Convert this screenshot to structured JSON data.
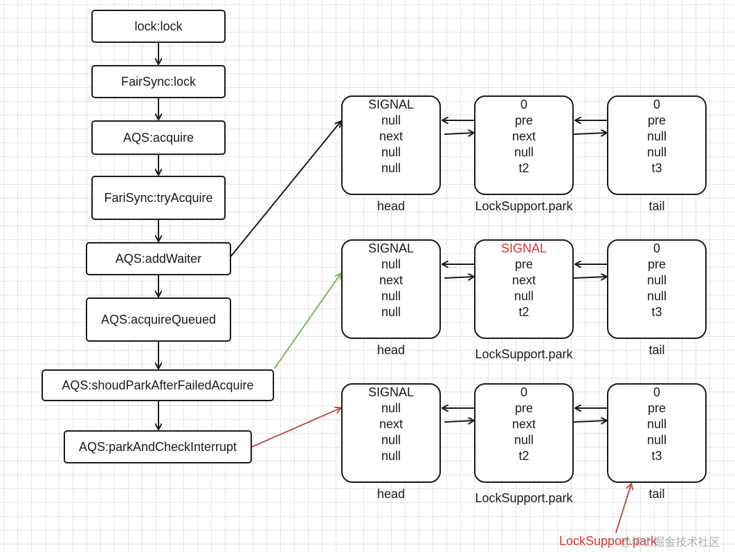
{
  "flow": [
    "lock:lock",
    "FairSync:lock",
    "AQS:acquire",
    "FariSync:tryAcquire",
    "AQS:addWaiter",
    "AQS:acquireQueued",
    "AQS:shoudParkAfterFailedAcquire",
    "AQS:parkAndCheckInterrupt"
  ],
  "rows": [
    {
      "nodes": [
        {
          "lines": [
            "SIGNAL",
            "null",
            "next",
            "null",
            "null"
          ],
          "caption": "head"
        },
        {
          "lines": [
            "0",
            "pre",
            "next",
            "null",
            "t2"
          ],
          "caption": "LockSupport.park"
        },
        {
          "lines": [
            "0",
            "pre",
            "null",
            "null",
            "t3"
          ],
          "caption": "tail"
        }
      ]
    },
    {
      "nodes": [
        {
          "lines": [
            "SIGNAL",
            "null",
            "next",
            "null",
            "null"
          ],
          "caption": "head"
        },
        {
          "lines": [
            "SIGNAL",
            "pre",
            "next",
            "null",
            "t2"
          ],
          "caption": "LockSupport.park",
          "highlight_first": true
        },
        {
          "lines": [
            "0",
            "pre",
            "null",
            "null",
            "t3"
          ],
          "caption": "tail"
        }
      ]
    },
    {
      "nodes": [
        {
          "lines": [
            "SIGNAL",
            "null",
            "next",
            "null",
            "null"
          ],
          "caption": "head"
        },
        {
          "lines": [
            "0",
            "pre",
            "next",
            "null",
            "t2"
          ],
          "caption": "LockSupport.park"
        },
        {
          "lines": [
            "0",
            "pre",
            "null",
            "null",
            "t3"
          ],
          "caption": "tail"
        }
      ]
    }
  ],
  "annotation": "LockSupport.park",
  "watermark": "@稀土掘金技术社区",
  "colors": {
    "stroke": "#1a1a1a",
    "green_arrow": "#7fb65e",
    "red_arrow": "#c0504d",
    "highlight_text": "#e03131"
  }
}
